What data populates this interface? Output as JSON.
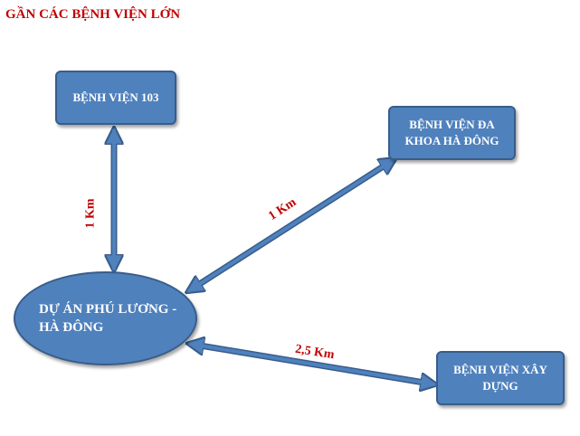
{
  "title": "GẦN CÁC BỆNH VIỆN LỚN",
  "nodes": {
    "center": "DỰ ÁN PHÚ LƯƠNG - HÀ ĐÔNG",
    "hospital_103": "BỆNH VIỆN 103",
    "hospital_ha_dong": "BỆNH VIỆN ĐA KHOA HÀ ĐÔNG",
    "hospital_xay_dung": "BỆNH VIỆN XÂY DỰNG"
  },
  "distances": {
    "to_103": "1 Km",
    "to_ha_dong": "1 Km",
    "to_xay_dung": "2,5 Km"
  },
  "colors": {
    "box_fill": "#4f81bd",
    "box_border": "#385d8a",
    "accent_text": "#c00000"
  }
}
